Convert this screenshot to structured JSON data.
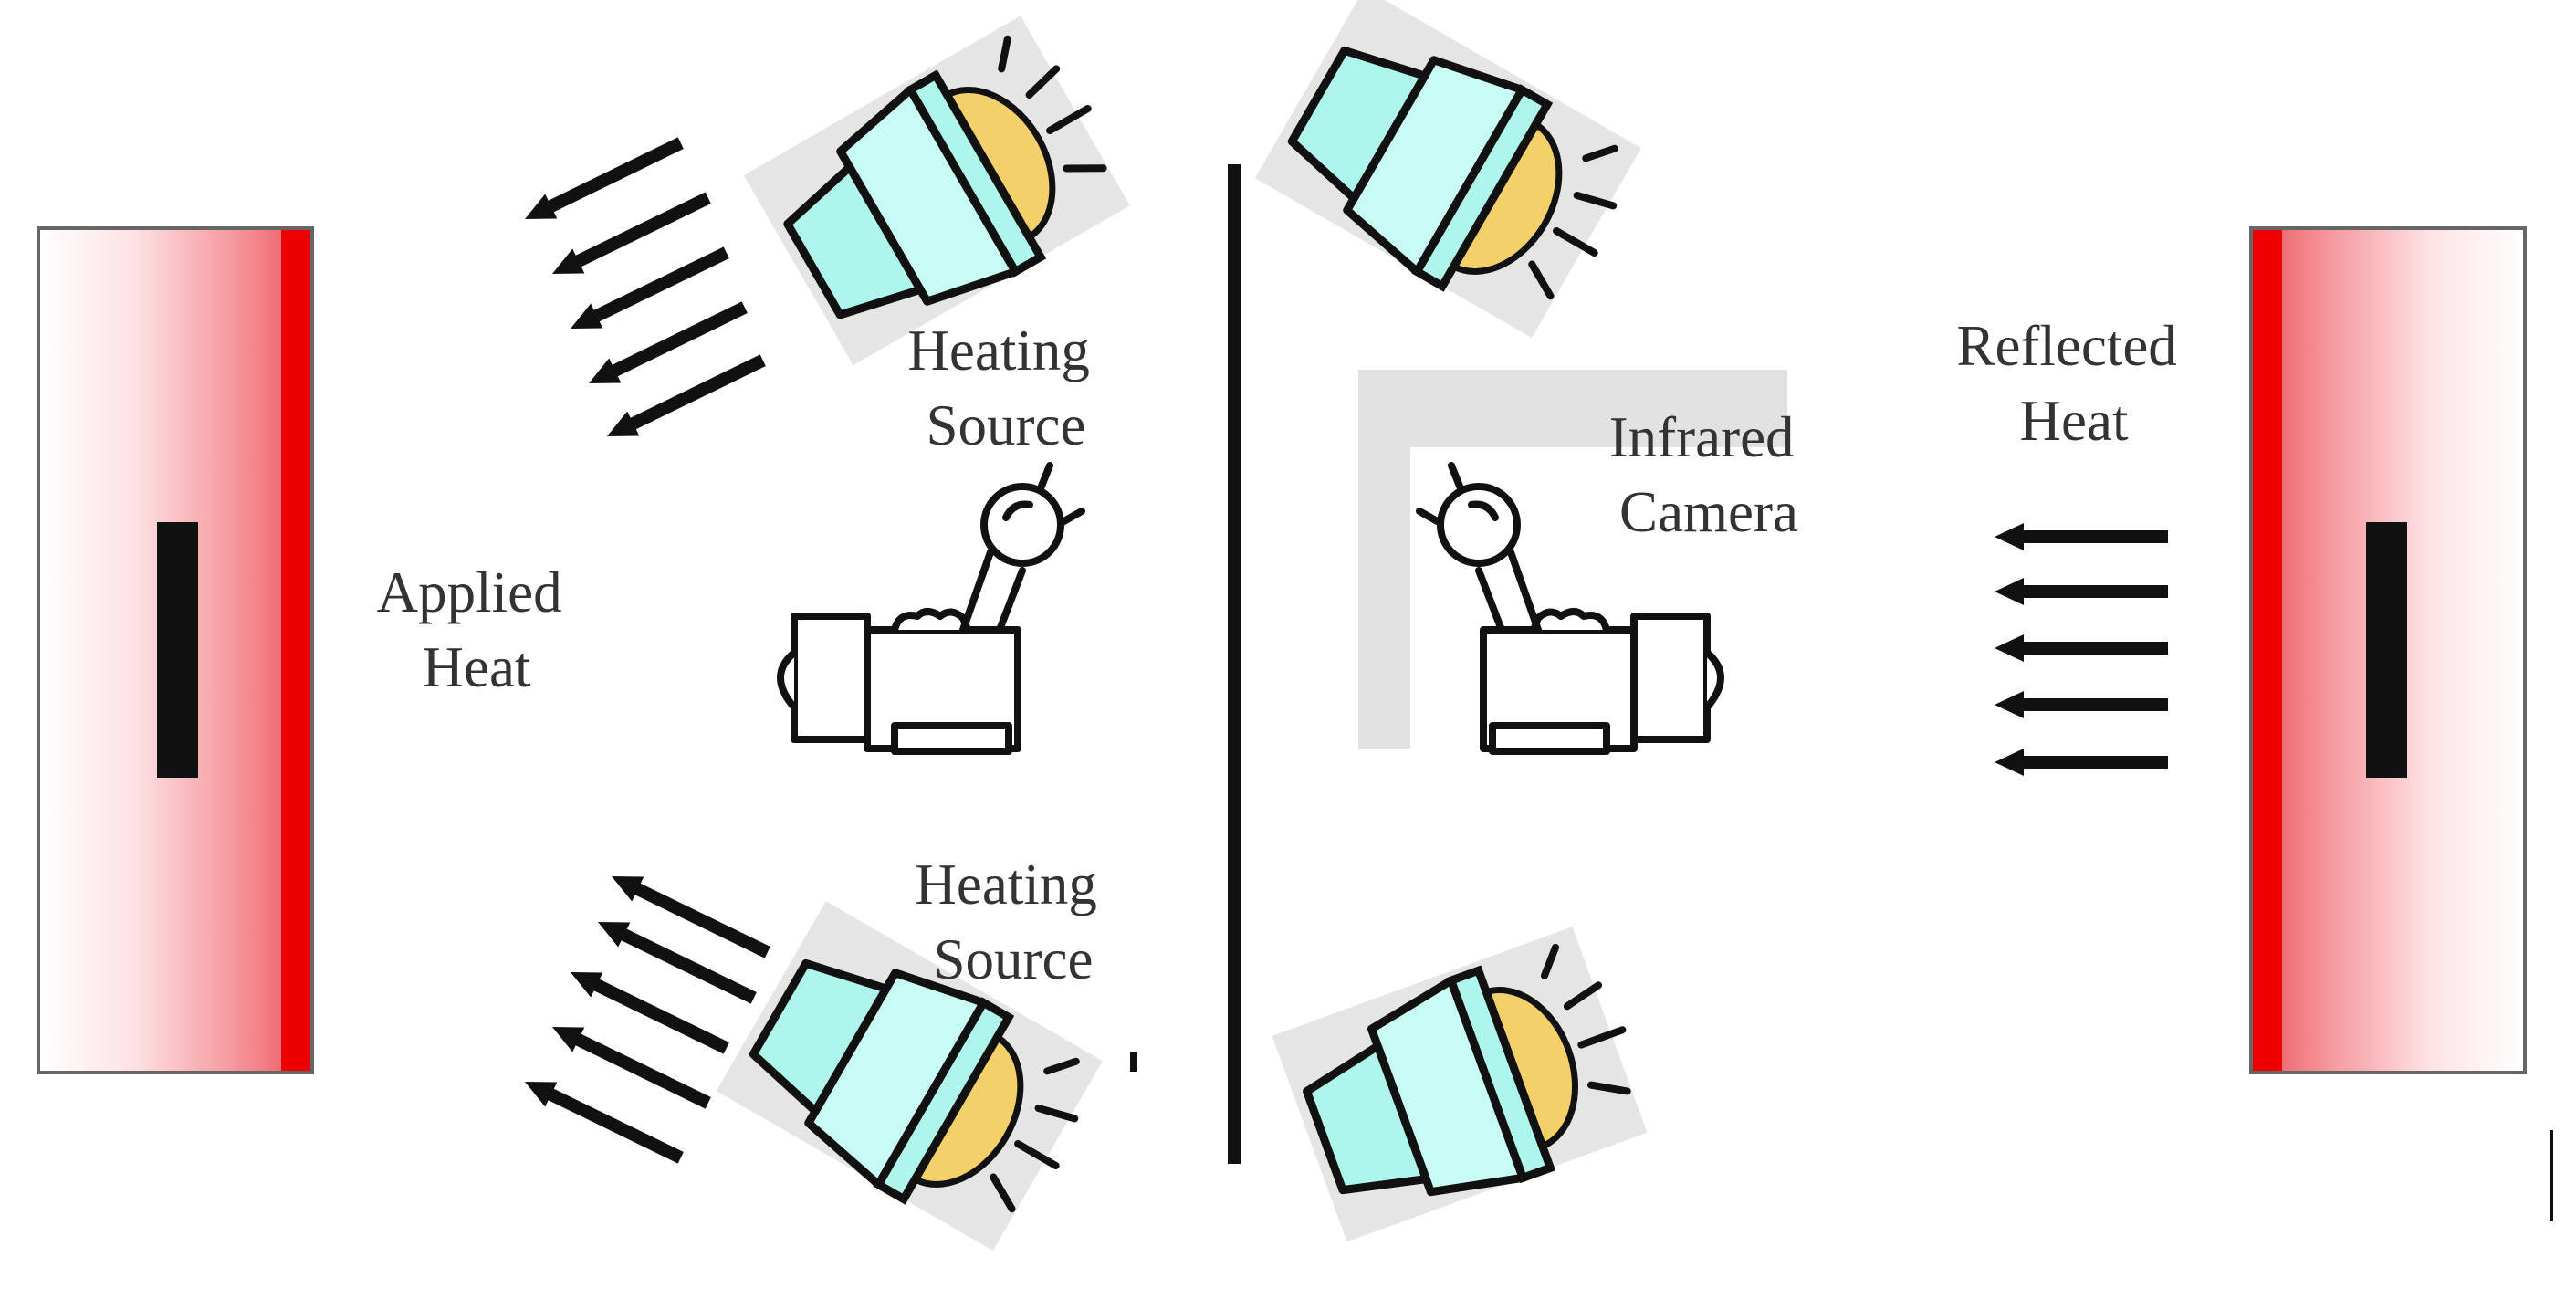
{
  "labels": {
    "heating_source_top": [
      "Heating",
      "Source"
    ],
    "heating_source_bottom": [
      "Heating",
      "Source"
    ],
    "applied_heat": [
      "Applied",
      "Heat"
    ],
    "infrared_camera": [
      "Infrared",
      "Camera"
    ],
    "reflected_heat": [
      "Reflected",
      "Heat"
    ]
  },
  "colors": {
    "lamp_body": "#aef5ec",
    "lamp_front": "#c9fbf6",
    "lamp_bulb": "#f4d06a",
    "hot_edge": "#ee0000",
    "defect": "#111111",
    "shadow": "#e2e2e2",
    "outline": "#111111"
  }
}
